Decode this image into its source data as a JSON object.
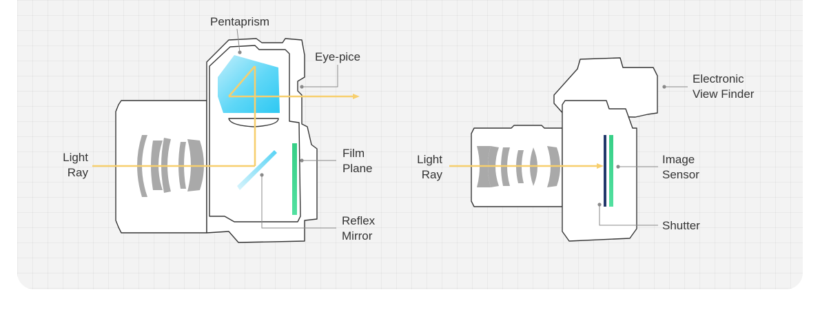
{
  "colors": {
    "light_ray": "#f7cf6e",
    "prism_blue": "#3dcff5",
    "film_green": "#3dd68c",
    "sensor_navy": "#22386b",
    "lens_gray": "#a9a9a9",
    "outline": "#333333"
  },
  "dslr": {
    "pentaprism": "Pentaprism",
    "eyepiece": "Eye-pice",
    "light_ray_line1": "Light",
    "light_ray_line2": "Ray",
    "film_plane_line1": "Film",
    "film_plane_line2": "Plane",
    "reflex_mirror_line1": "Reflex",
    "reflex_mirror_line2": "Mirror"
  },
  "mirrorless": {
    "evf_line1": "Electronic",
    "evf_line2": "View Finder",
    "light_ray_line1": "Light",
    "light_ray_line2": "Ray",
    "image_sensor_line1": "Image",
    "image_sensor_line2": "Sensor",
    "shutter": "Shutter"
  }
}
